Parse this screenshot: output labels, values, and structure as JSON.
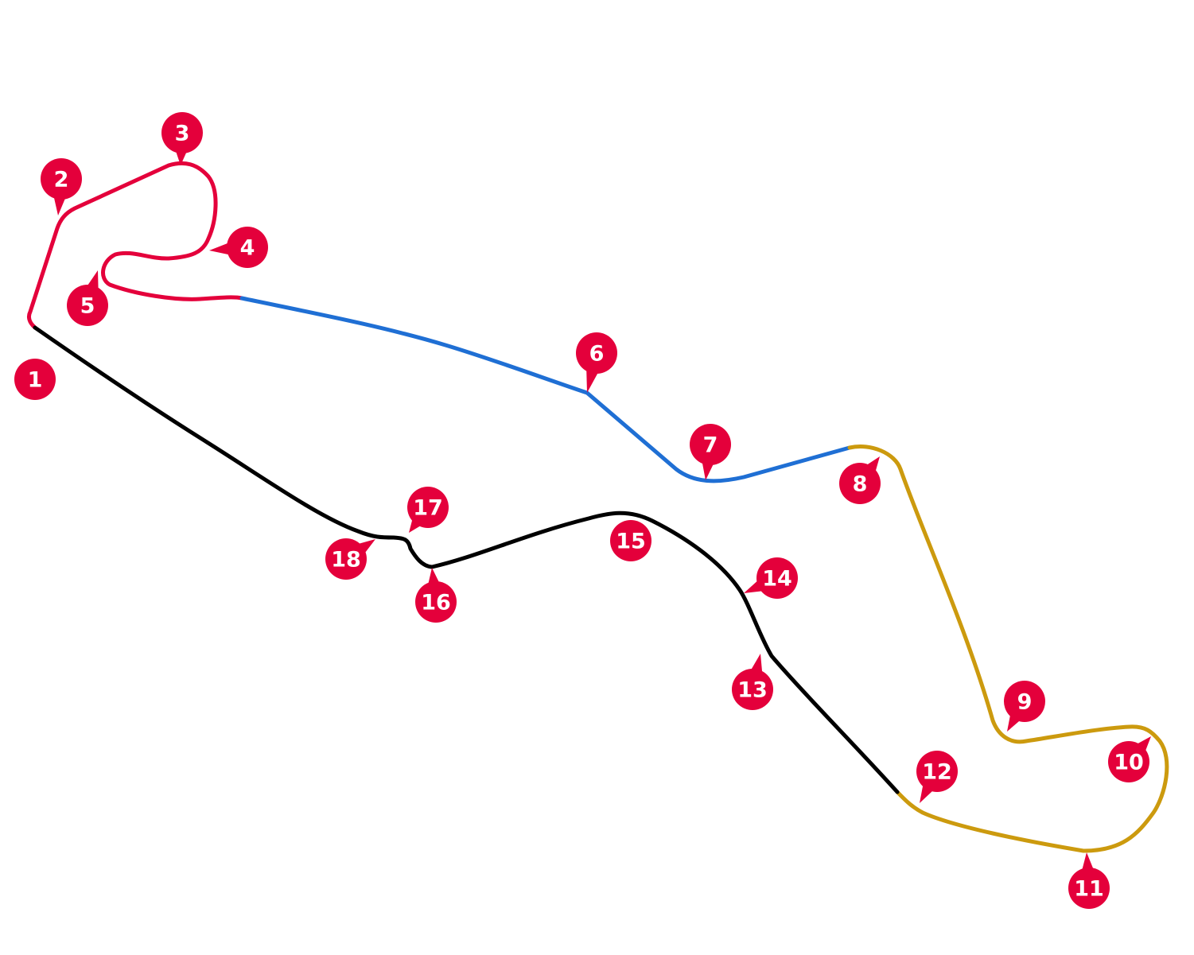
{
  "colors": {
    "sector1": "#e4003b",
    "sector2": "#1f6fd4",
    "sector3": "#cc9a0e",
    "sector4": "#000000",
    "marker": "#e4003b",
    "marker_text": "#ffffff"
  },
  "turns": [
    {
      "number": "1"
    },
    {
      "number": "2"
    },
    {
      "number": "3"
    },
    {
      "number": "4"
    },
    {
      "number": "5"
    },
    {
      "number": "6"
    },
    {
      "number": "7"
    },
    {
      "number": "8"
    },
    {
      "number": "9"
    },
    {
      "number": "10"
    },
    {
      "number": "11"
    },
    {
      "number": "12"
    },
    {
      "number": "13"
    },
    {
      "number": "14"
    },
    {
      "number": "15"
    },
    {
      "number": "16"
    },
    {
      "number": "17"
    },
    {
      "number": "18"
    }
  ]
}
